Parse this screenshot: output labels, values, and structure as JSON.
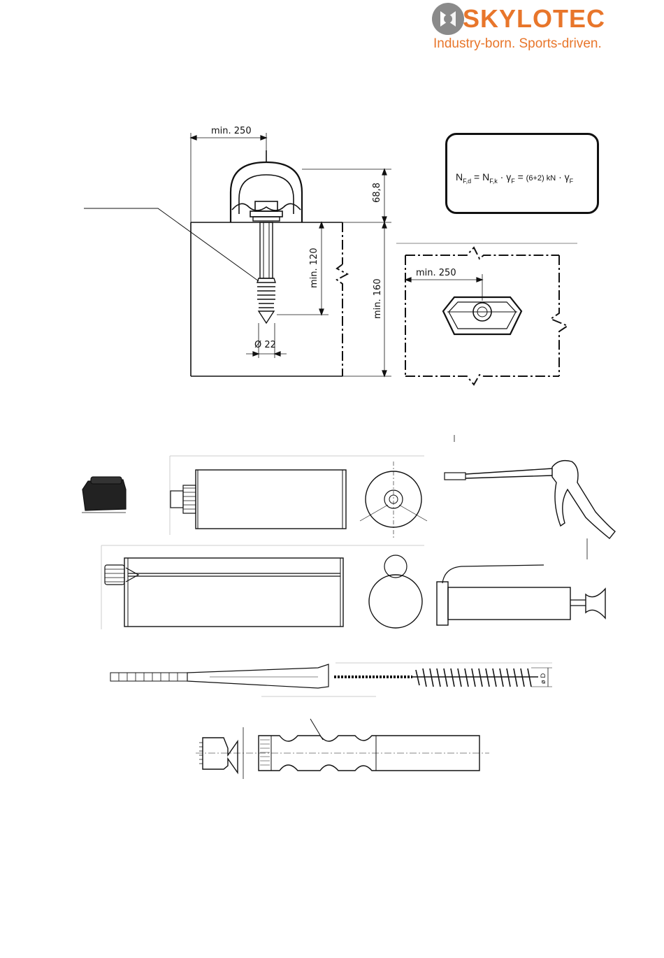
{
  "header": {
    "brand": "SKYLOTEC",
    "tagline": "Industry-born. Sports-driven.",
    "brand_color": "#e8762b"
  },
  "formula": {
    "lhs_main": "N",
    "lhs_sub": "F,d",
    "eq1": "=",
    "mid_main": "N",
    "mid_sub": "F,k",
    "dot1": "·",
    "gamma1": "γ",
    "gamma1_sub": "F",
    "eq2": "=",
    "value": "(6+2) kN",
    "dot2": "·",
    "gamma2": "γ",
    "gamma2_sub": "F"
  },
  "dimensions": {
    "width_top": "min. 250",
    "height_eye": "68,8",
    "depth_anchor": "min. 120",
    "depth_block": "min. 160",
    "diameter": "Ø 22",
    "width_plan": "min. 250",
    "brush_diameter": "ø D"
  },
  "icons": [
    "skylotec-logo-icon",
    "mixer-cap-icon",
    "cartridge-icon",
    "blow-gun-icon",
    "dispenser-gun-icon",
    "cleaning-brush-icon",
    "static-mixer-icon"
  ]
}
